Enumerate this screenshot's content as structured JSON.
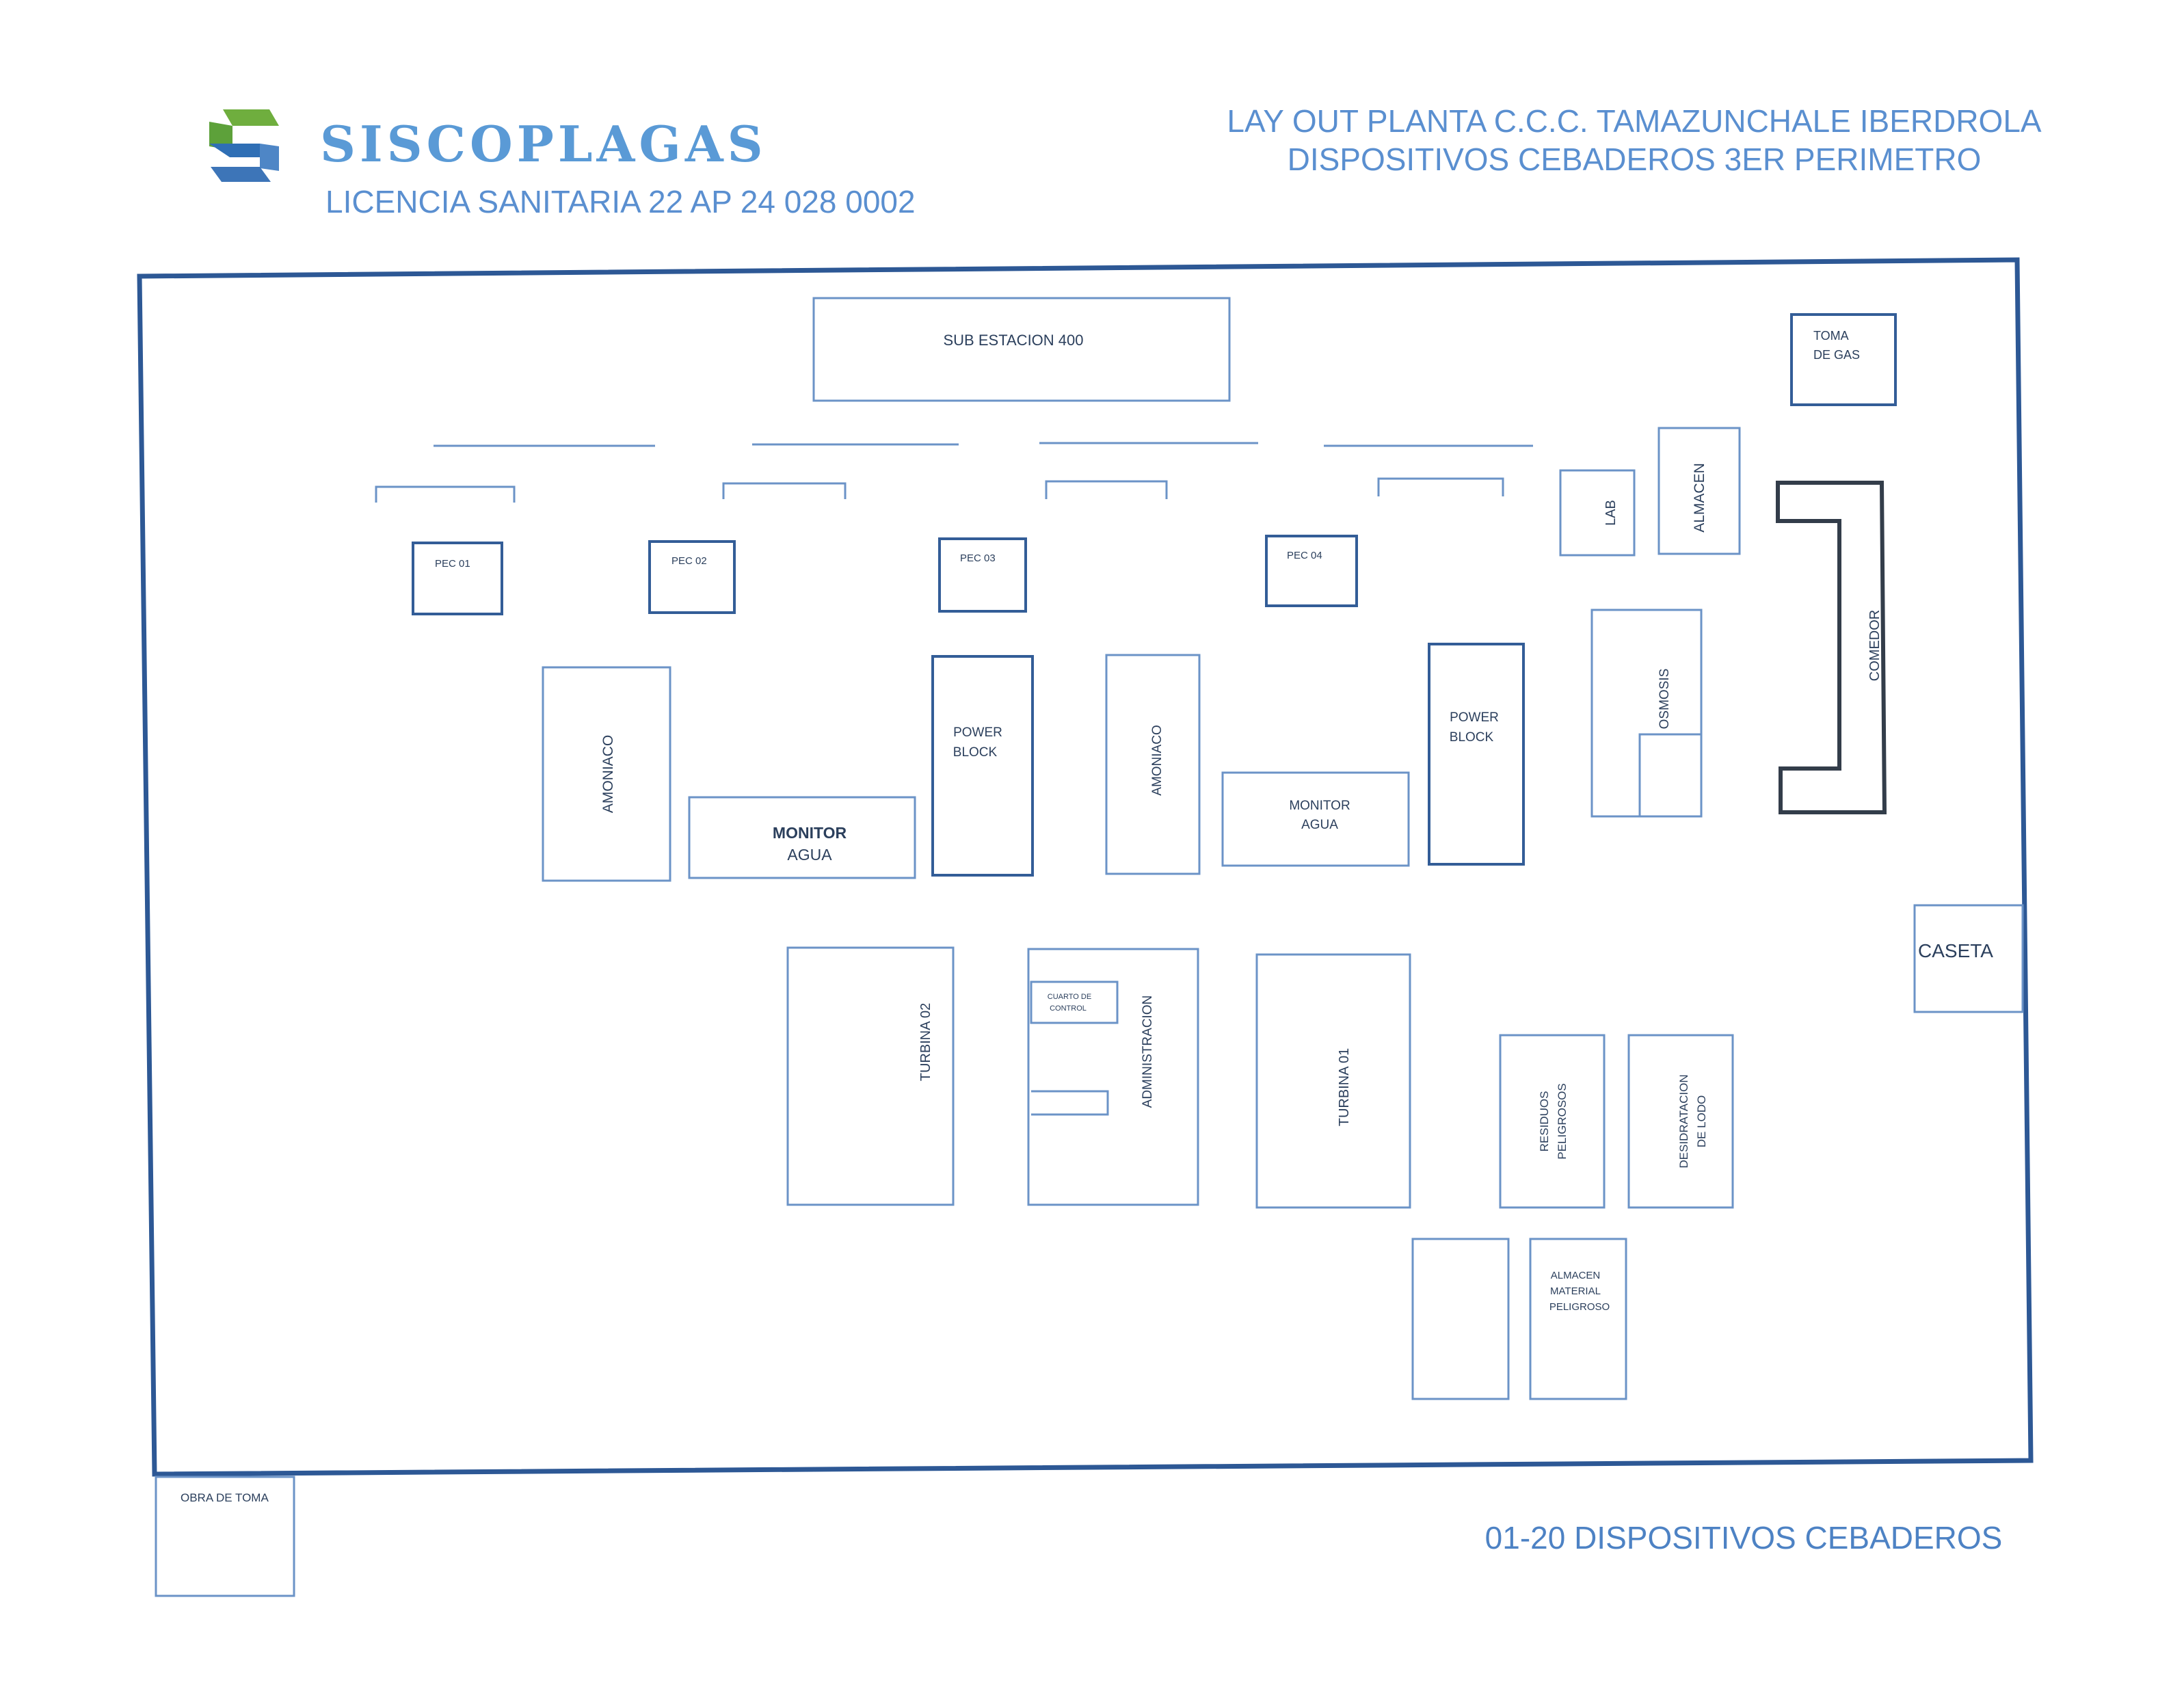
{
  "header": {
    "brand_name": "SISCOPLAGAS",
    "license": "LICENCIA SANITARIA 22 AP 24 028 0002",
    "title_line_1": "LAY OUT PLANTA C.C.C. TAMAZUNCHALE IBERDROLA",
    "title_line_2": "DISPOSITIVOS CEBADEROS 3ER PERIMETRO",
    "logo_icon": "s-logo-icon"
  },
  "legend": {
    "devices_text": "01-20 DISPOSITIVOS CEBADEROS"
  },
  "buildings": {
    "sub_estacion": "SUB ESTACION 400",
    "toma_gas_1": "TOMA",
    "toma_gas_2": "DE GAS",
    "pec_01": "PEC 01",
    "pec_02": "PEC 02",
    "pec_03": "PEC 03",
    "pec_04": "PEC 04",
    "lab": "LAB",
    "almacen": "ALMACEN",
    "comedor": "COMEDOR",
    "amoniaco_1": "AMONIACO",
    "monitor_agua_1a": "MONITOR",
    "monitor_agua_1b": "AGUA",
    "power_block_1a": "POWER",
    "power_block_1b": "BLOCK",
    "amoniaco_2": "AMONIACO",
    "monitor_agua_2a": "MONITOR",
    "monitor_agua_2b": "AGUA",
    "power_block_2a": "POWER",
    "power_block_2b": "BLOCK",
    "osmosis": "OSMOSIS",
    "caseta": "CASETA",
    "turbina_02": "TURBINA 02",
    "cuarto_control_1": "CUARTO DE",
    "cuarto_control_2": "CONTROL",
    "administracion": "ADMINISTRACION",
    "turbina_01": "TURBINA 01",
    "residuos_1": "RESIDUOS",
    "residuos_2": "PELIGROSOS",
    "desidratacion_1": "DESIDRATACION",
    "desidratacion_2": "DE LODO",
    "almacen_mat_1": "ALMACEN",
    "almacen_mat_2": "MATERIAL",
    "almacen_mat_3": "PELIGROSO",
    "obra_de_toma": "OBRA DE TOMA"
  },
  "colors": {
    "brand": "#5a9ad6",
    "perimeter": "#2d5895",
    "building_outline": "#6b93c7",
    "comedor_outline": "#333d4a"
  }
}
